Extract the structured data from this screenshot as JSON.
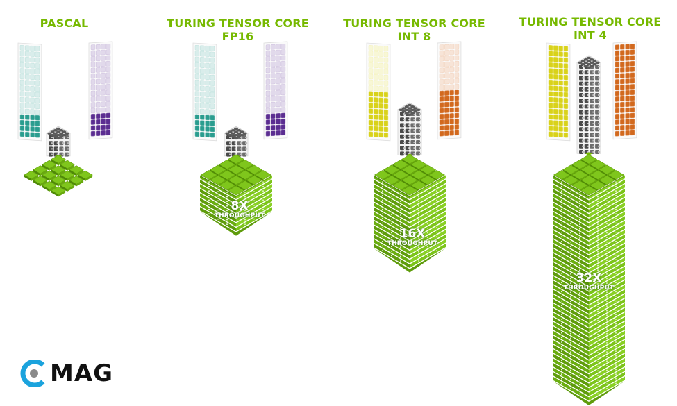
{
  "diagram": {
    "accent_color": "#76b900",
    "panels": [
      {
        "id": "pascal",
        "title_line1": "PASCAL",
        "title_line2": "",
        "throughput_value": "",
        "throughput_label": "",
        "matrix_a_color": "#2a9d8f",
        "matrix_b_color": "#5b2d91",
        "matrix_a_active_rows": 4,
        "matrix_b_active_rows": 4,
        "compute_cube_layers": 4,
        "accumulator_layers": 1
      },
      {
        "id": "turing-fp16",
        "title_line1": "TURING TENSOR CORE",
        "title_line2": "FP16",
        "throughput_value": "8X",
        "throughput_label": "THROUGHPUT",
        "matrix_a_color": "#2a9d8f",
        "matrix_b_color": "#5b2d91",
        "matrix_a_active_rows": 4,
        "matrix_b_active_rows": 4,
        "compute_cube_layers": 4,
        "accumulator_layers": 8
      },
      {
        "id": "turing-int8",
        "title_line1": "TURING TENSOR CORE",
        "title_line2": "INT 8",
        "throughput_value": "16X",
        "throughput_label": "THROUGHPUT",
        "matrix_a_color": "#d9d21a",
        "matrix_b_color": "#d2691e",
        "matrix_a_active_rows": 8,
        "matrix_b_active_rows": 8,
        "compute_cube_layers": 8,
        "accumulator_layers": 16
      },
      {
        "id": "turing-int4",
        "title_line1": "TURING TENSOR CORE",
        "title_line2": "INT 4",
        "throughput_value": "32X",
        "throughput_label": "THROUGHPUT",
        "matrix_a_color": "#d9d21a",
        "matrix_b_color": "#d2691e",
        "matrix_a_active_rows": 16,
        "matrix_b_active_rows": 16,
        "compute_cube_layers": 16,
        "accumulator_layers": 32
      }
    ]
  },
  "logo": {
    "text": "MAG",
    "mark_color": "#1ba3dd",
    "dot_color": "#8a8a8a"
  }
}
